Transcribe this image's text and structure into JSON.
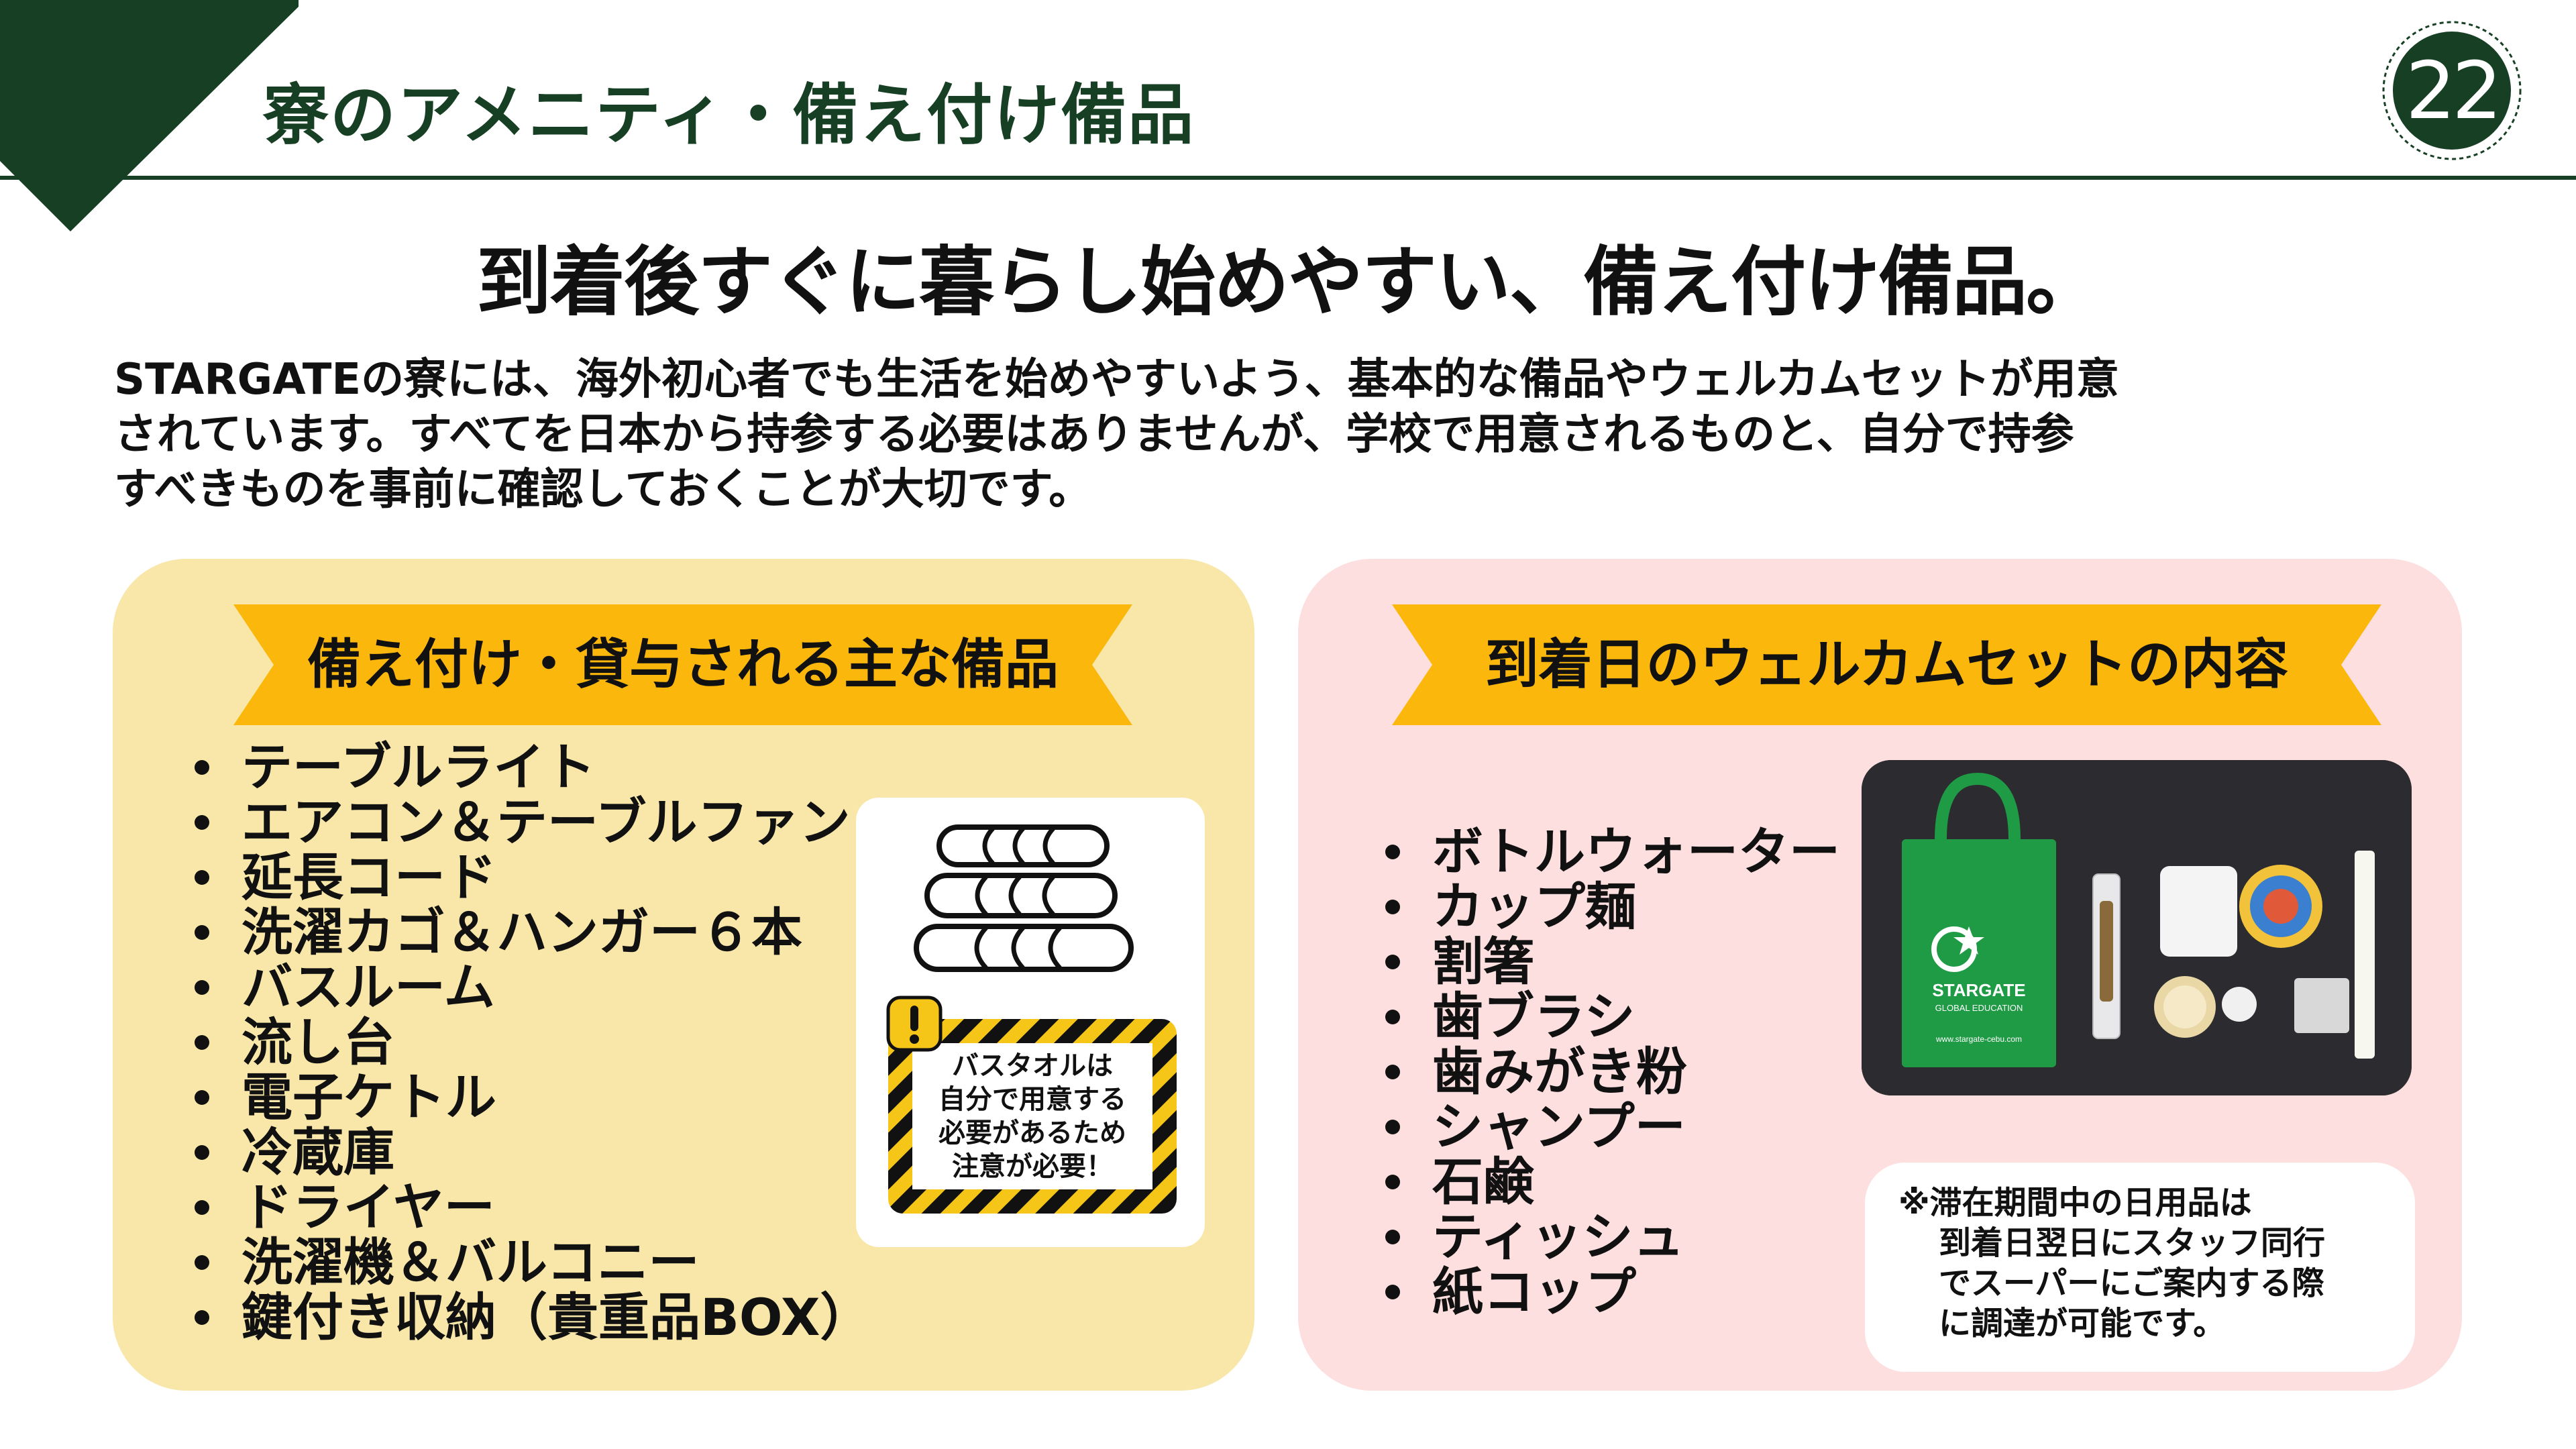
{
  "header": {
    "title": "寮のアメニティ・備え付け備品",
    "page_number": "22"
  },
  "headline": "到着後すぐに暮らし始めやすい、備え付け備品。",
  "intro": {
    "lines": [
      "STARGATEの寮には、海外初心者でも生活を始めやすいよう、基本的な備品やウェルカムセットが用意",
      "されています。すべてを日本から持参する必要はありませんが、学校で用意されるものと、自分で持参",
      "すべきものを事前に確認しておくことが大切です。"
    ]
  },
  "left_panel": {
    "heading": "備え付け・貸与される主な備品",
    "items": [
      "テーブルライト",
      "エアコン＆テーブルファン",
      "延長コード",
      "洗濯カゴ＆ハンガー６本",
      "バスルーム",
      "流し台",
      "電子ケトル",
      "冷蔵庫",
      "ドライヤー",
      "洗濯機＆バルコニー",
      "鍵付き収納（貴重品BOX）"
    ],
    "notice": {
      "lines": [
        "バスタオルは",
        "自分で用意する",
        "必要があるため",
        "注意が必要！"
      ]
    }
  },
  "right_panel": {
    "heading": "到着日のウェルカムセットの内容",
    "items": [
      "ボトルウォーター",
      "カップ麺",
      "割箸",
      "歯ブラシ",
      "歯みがき粉",
      "シャンプー",
      "石鹸",
      "ティッシュ",
      "紙コップ"
    ],
    "photo": {
      "bag_brand": "STARGATE",
      "bag_sub": "GLOBAL EDUCATION",
      "bag_url": "www.stargate-cebu.com"
    },
    "note": {
      "lines": [
        "※滞在期間中の日用品は",
        "到着日翌日にスタッフ同行",
        "でスーパーにご案内する際",
        "に調達が可能です。"
      ]
    }
  },
  "colors": {
    "brand_green": "#173f24",
    "ribbon_yellow": "#fbb70c",
    "left_panel_bg": "#f8e7a9",
    "right_panel_bg": "#fddfdf",
    "bag_green": "#1f9a45"
  }
}
